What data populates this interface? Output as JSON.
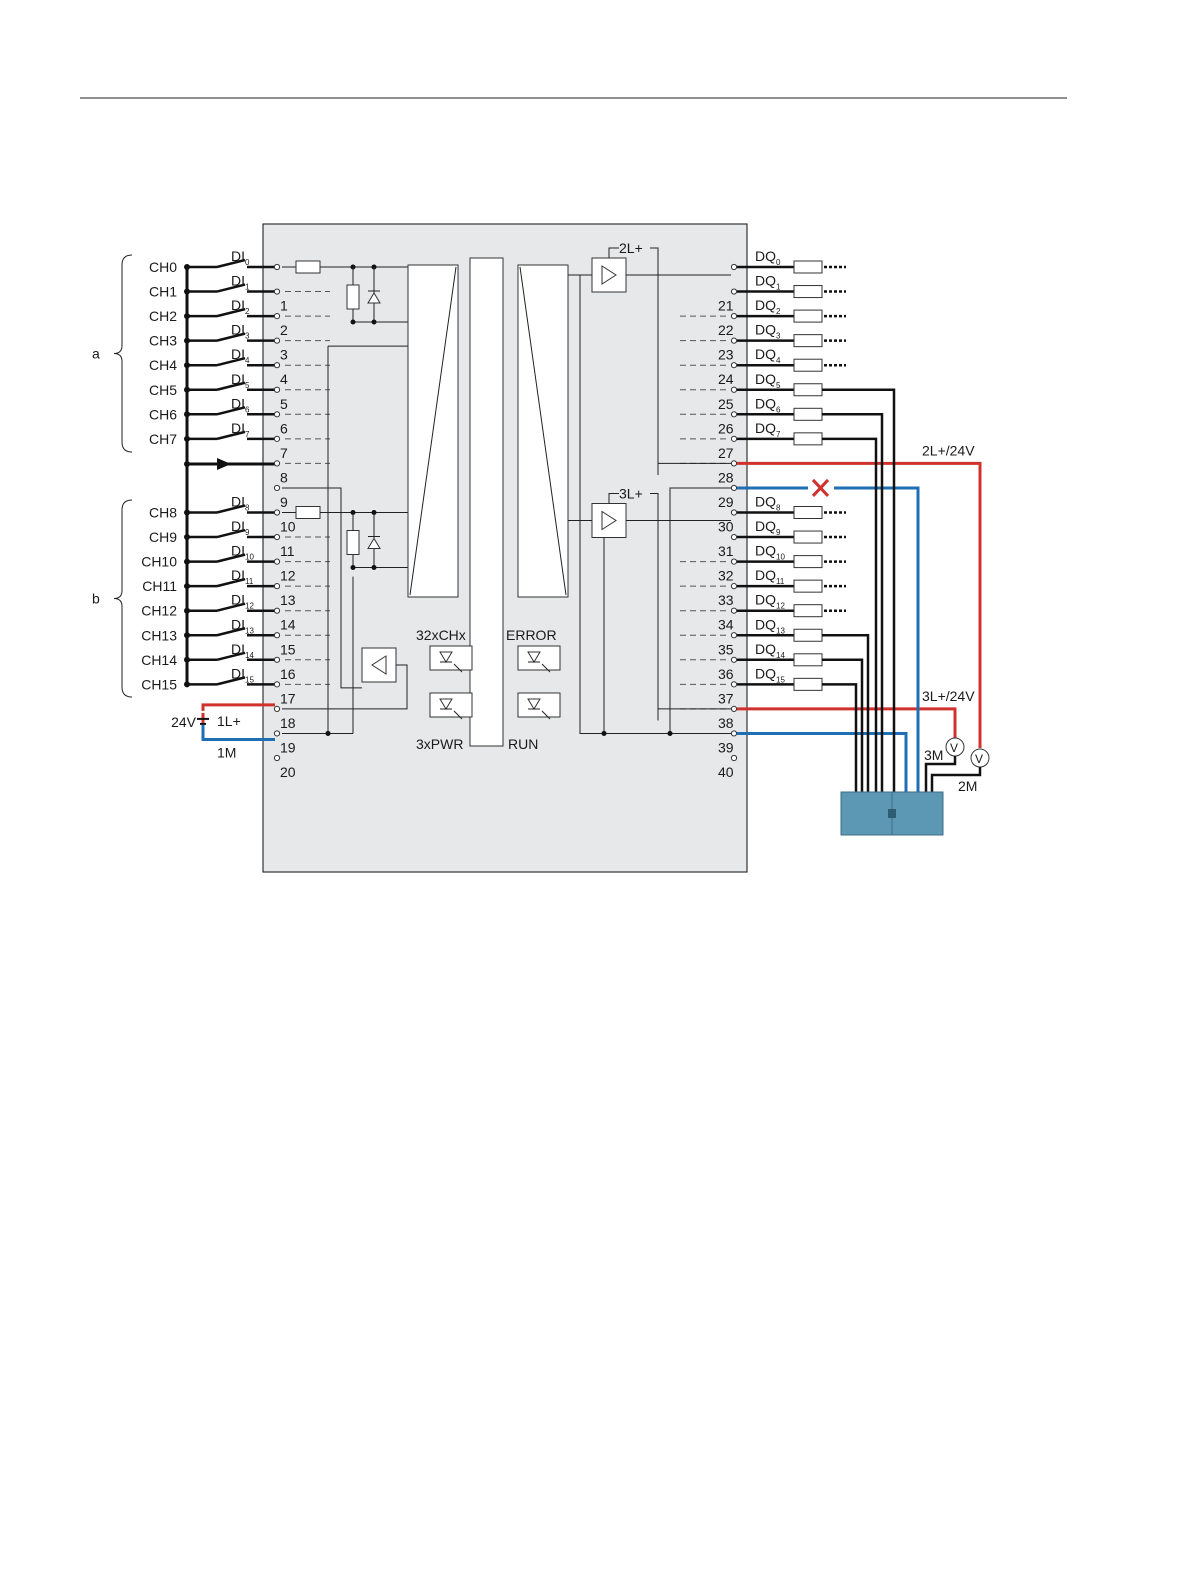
{
  "group_labels": {
    "a": "a",
    "b": "b"
  },
  "channels": [
    "CH0",
    "CH1",
    "CH2",
    "CH3",
    "CH4",
    "CH5",
    "CH6",
    "CH7",
    "CH8",
    "CH9",
    "CH10",
    "CH11",
    "CH12",
    "CH13",
    "CH14",
    "CH15"
  ],
  "di_prefix": "DI",
  "dq_prefix": "DQ",
  "left_pins": [
    "",
    "1",
    "2",
    "3",
    "4",
    "5",
    "6",
    "7",
    "8",
    "9",
    "10",
    "11",
    "12",
    "13",
    "14",
    "15",
    "16",
    "17",
    "18",
    "19",
    "20"
  ],
  "right_pins": [
    "",
    "21",
    "22",
    "23",
    "24",
    "25",
    "26",
    "27",
    "28",
    "29",
    "30",
    "31",
    "32",
    "33",
    "34",
    "35",
    "36",
    "37",
    "38",
    "39",
    "40"
  ],
  "supply": {
    "voltage": "24V",
    "l_plus": "1L+",
    "m": "1M"
  },
  "amp_labels": {
    "upper": "2L+",
    "lower": "3L+"
  },
  "led_labels": {
    "ch": "32xCHx",
    "error": "ERROR",
    "pwr": "3xPWR",
    "run": "RUN"
  },
  "external_labels": {
    "l2": "2L+/24V",
    "l3": "3L+/24V",
    "m3": "3M",
    "m2": "2M",
    "voltmeter": "V"
  },
  "colors": {
    "positive_wire": "#d0312d",
    "negative_wire": "#1f6fb5",
    "module_bg": "#e6e8ea",
    "load_box": "#5c97b3"
  }
}
